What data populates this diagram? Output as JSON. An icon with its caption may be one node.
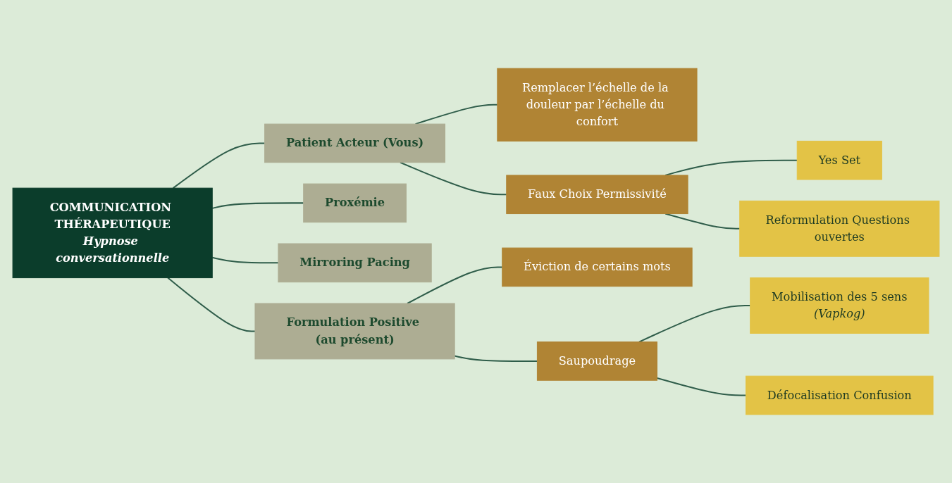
{
  "diagram": {
    "nodes": [
      {
        "text": [
          "COMMUNICATION THÉRAPEUTIQUE",
          "Hypnose conversationnelle"
        ]
      },
      {
        "text": [
          "Patient Acteur (Vous)"
        ]
      },
      {
        "text": [
          "Remplacer l’échelle de la douleur par l’échelle du confort"
        ]
      },
      {
        "text": [
          "Faux Choix Permissivité"
        ]
      },
      {
        "text": [
          "Yes Set"
        ]
      },
      {
        "text": [
          "Reformulation Questions ouvertes"
        ]
      },
      {
        "text": [
          "Proxémie"
        ]
      },
      {
        "text": [
          "Mirroring Pacing"
        ]
      },
      {
        "text": [
          "Formulation Positive (au présent)"
        ]
      },
      {
        "text": [
          "Éviction de certains mots"
        ]
      },
      {
        "text": [
          "Saupoudrage"
        ]
      },
      {
        "text": [
          "Mobilisation des 5 sens",
          "(Vapkog)"
        ]
      },
      {
        "text": [
          "Défocalisation Confusion"
        ]
      }
    ],
    "edges": [
      {
        "from": 0,
        "to": 1,
        "arrow": "none"
      },
      {
        "from": 1,
        "to": 2,
        "arrow": "none"
      },
      {
        "from": 1,
        "to": 3,
        "arrow": "none"
      },
      {
        "from": 3,
        "to": 4,
        "arrow": "none"
      },
      {
        "from": 3,
        "to": 5,
        "arrow": "none"
      },
      {
        "from": 0,
        "to": 6,
        "arrow": "none"
      },
      {
        "from": 0,
        "to": 7,
        "arrow": "none"
      },
      {
        "from": 0,
        "to": 8,
        "arrow": "none"
      },
      {
        "from": 8,
        "to": 9,
        "arrow": "none"
      },
      {
        "from": 8,
        "to": 10,
        "arrow": "none"
      },
      {
        "from": 10,
        "to": 11,
        "arrow": "none"
      },
      {
        "from": 10,
        "to": 12,
        "arrow": "none"
      }
    ]
  }
}
